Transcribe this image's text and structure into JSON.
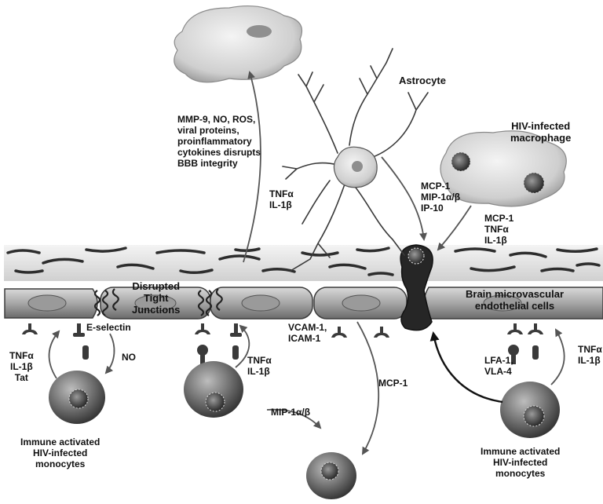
{
  "labels": {
    "astrocyte": "Astrocyte",
    "hiv_macrophage": "HIV-infected\nmacrophage",
    "bbb_disrupt": "MMP-9, NO, ROS,\nviral proteins,\nproinflammatory\ncytokines disrupts\nBBB integrity",
    "tnf_il_top": "TNFα\nIL-1β",
    "astro_chemokines": "MCP-1\nMIP-1α/β\nIP-10",
    "macro_cytokines": "MCP-1\nTNFα\nIL-1β",
    "disrupted_tj": "Disrupted\nTight\nJunctions",
    "endothelial": "Brain microvascular\nendothelial cells",
    "e_selectin": "E-selectin",
    "tnf_il_tat": "TNFα\nIL-1β\nTat",
    "no": "NO",
    "tnf_il_mid": "TNFα\nIL-1β",
    "vcam": "VCAM-1,\nICAM-1",
    "mcp1": "MCP-1",
    "mip1": "MIP-1α/β",
    "lfa": "LFA-1,\nVLA-4",
    "tnf_il_right": "TNFα\nIL-1β",
    "monocytes_left": "Immune activated\nHIV-infected\nmonocytes",
    "monocytes_right": "Immune activated\nHIV-infected\nmonocytes"
  },
  "colors": {
    "cell_dark": "#3a3a3a",
    "cell_mid": "#8a8a8a",
    "cell_light": "#d8d8d8",
    "arrow": "#555555",
    "text": "#111111"
  }
}
